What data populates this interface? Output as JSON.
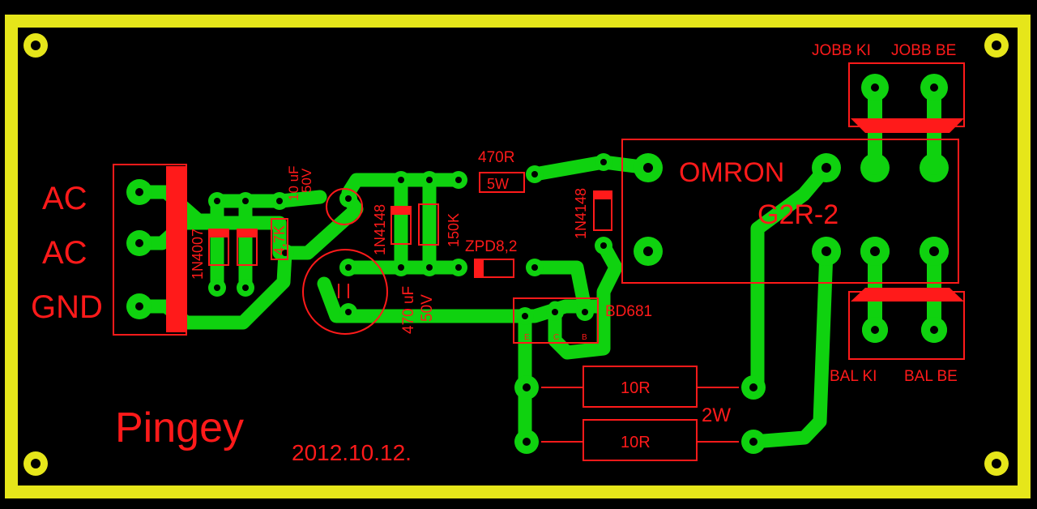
{
  "board": {
    "outline_color": "#e6e61a",
    "copper_color": "#0fd20f",
    "silkscreen_color": "#ff1a1a",
    "background_color": "#000000"
  },
  "labels": {
    "ac1": "AC",
    "ac2": "AC",
    "gnd": "GND",
    "d1": "1N4007",
    "r1": "4,7K",
    "c1_value": "10 uF",
    "c1_voltage": "50V",
    "d2": "1N4148",
    "r2": "150K",
    "r3_value": "470R",
    "r3_power": "5W",
    "d3": "1N4148",
    "zener": "ZPD8,2",
    "c2_value": "470 uF",
    "c2_voltage": "50V",
    "transistor": "BD681",
    "pin_e": "E",
    "pin_c": "C",
    "pin_b": "B",
    "relay_brand": "OMRON",
    "relay_model": "G2R-2",
    "out_right_in": "JOBB KI",
    "out_right_on": "JOBB BE",
    "out_left_in": "BAL KI",
    "out_left_on": "BAL BE",
    "r4": "10R",
    "r5": "10R",
    "r_power": "2W",
    "author": "Pingey",
    "date": "2012.10.12."
  }
}
